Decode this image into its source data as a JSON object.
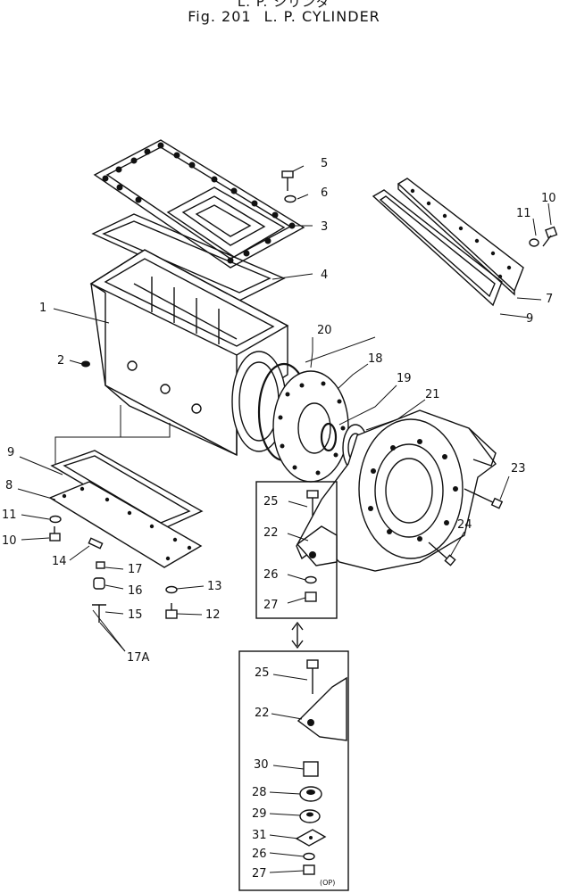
{
  "header": {
    "subtitle_jp": "L. P.   シリンダ",
    "figure_no": "Fig. 201",
    "title": "L. P. CYLINDER"
  },
  "callouts": {
    "c1": "1",
    "c2": "2",
    "c3": "3",
    "c4": "4",
    "c5": "5",
    "c6": "6",
    "c7": "7",
    "c8": "8",
    "c9a": "9",
    "c9b": "9",
    "c10a": "10",
    "c10b": "10",
    "c11a": "11",
    "c11b": "11",
    "c12": "12",
    "c13": "13",
    "c14": "14",
    "c15": "15",
    "c16": "16",
    "c17": "17",
    "c17a": "17A",
    "c18": "18",
    "c19": "19",
    "c20": "20",
    "c21": "21",
    "c23": "23",
    "c24": "24"
  },
  "inset_upper": {
    "c25": "25",
    "c22": "22",
    "c26": "26",
    "c27": "27"
  },
  "inset_lower": {
    "c25": "25",
    "c22": "22",
    "c30": "30",
    "c28": "28",
    "c29": "29",
    "c31": "31",
    "c26": "26",
    "c27": "27",
    "option_note": "(OP)"
  }
}
